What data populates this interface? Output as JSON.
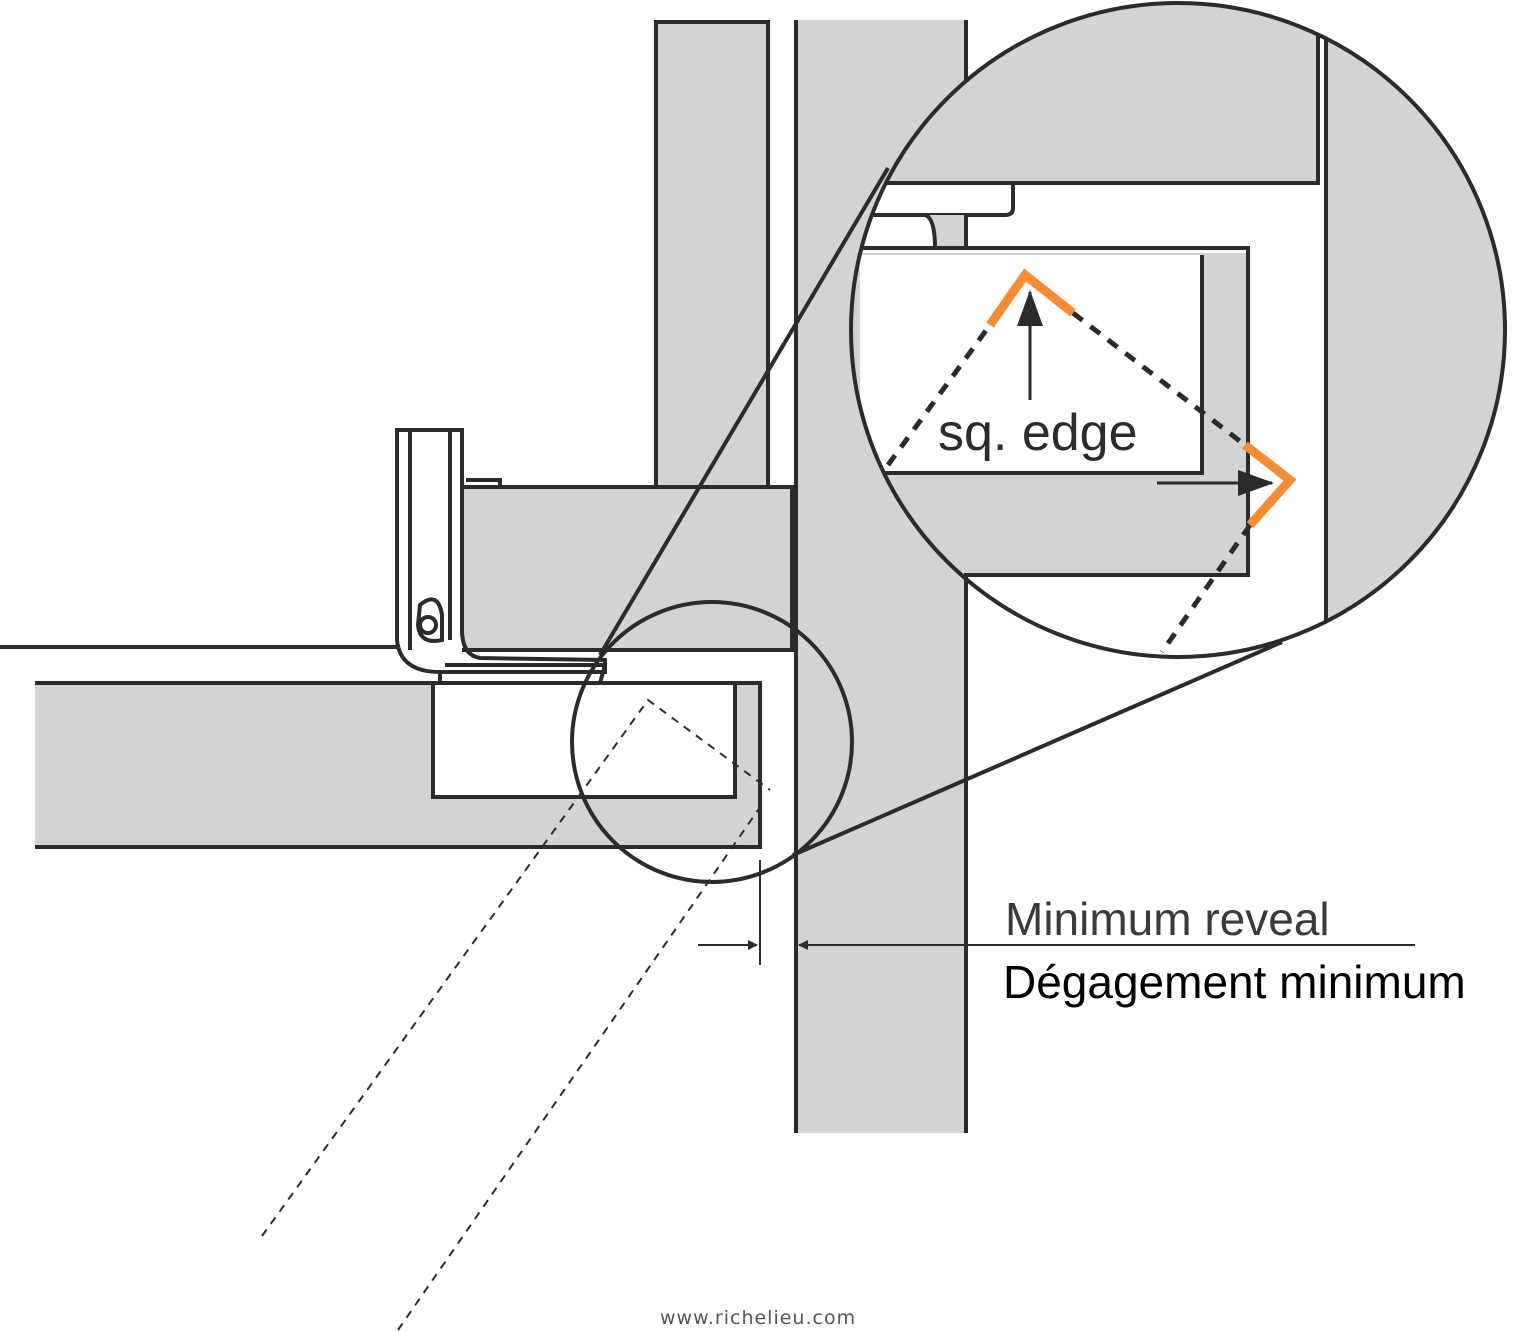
{
  "labels": {
    "minimum_reveal_en": "Minimum reveal",
    "minimum_reveal_fr": "Dégagement minimum",
    "detail_label": "sq. edge",
    "footer": "www.richelieu.com"
  },
  "colors": {
    "panel_gray": "#d1d3d4",
    "outline": "#2b2b2b",
    "highlight_orange": "#f58b32"
  }
}
